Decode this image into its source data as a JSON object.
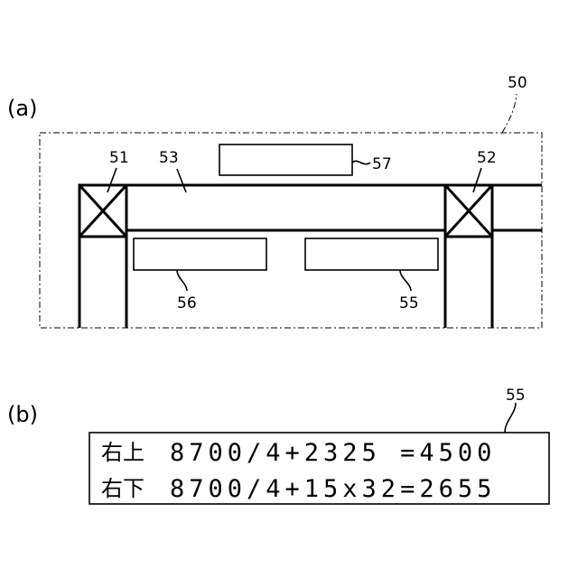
{
  "panel_a": {
    "label": "(a)",
    "ref_frame": "50",
    "ref_column_left": "51",
    "ref_column_right": "52",
    "ref_beam": "53",
    "ref_box_top": "57",
    "ref_box_left": "56",
    "ref_box_right": "55"
  },
  "panel_b": {
    "label": "(b)",
    "ref_display": "55",
    "row1_label": "右上",
    "row1_value": "8700/4+2325 =4500",
    "row2_label": "右下",
    "row2_value": "8700/4+15x32=2655"
  }
}
